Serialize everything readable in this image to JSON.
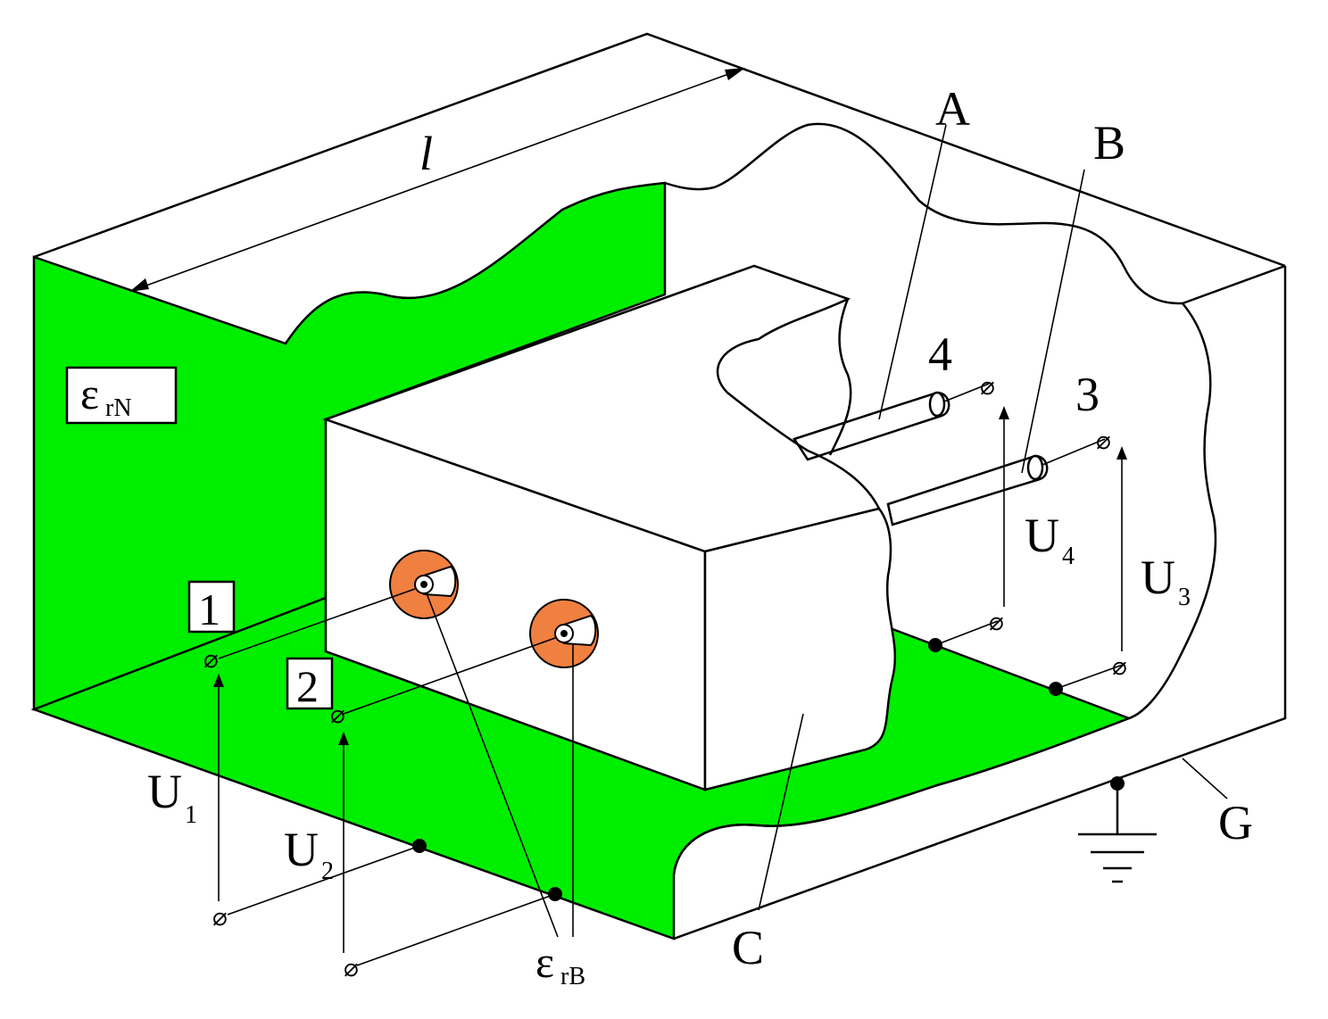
{
  "labels": {
    "length": "l",
    "A": "A",
    "B": "B",
    "C": "C",
    "G": "G",
    "e1": "1",
    "e2": "2",
    "e3": "3",
    "e4": "4",
    "eps": "ε",
    "epsN_sub": "rN",
    "epsB_sub": "rB",
    "U": "U",
    "U1_sub": "1",
    "U2_sub": "2",
    "U3_sub": "3",
    "U4_sub": "4",
    "terminal": "⌀"
  },
  "colors": {
    "medium": "#00ee00",
    "dielectric": "#f08040",
    "line": "#000000",
    "background": "#ffffff"
  }
}
